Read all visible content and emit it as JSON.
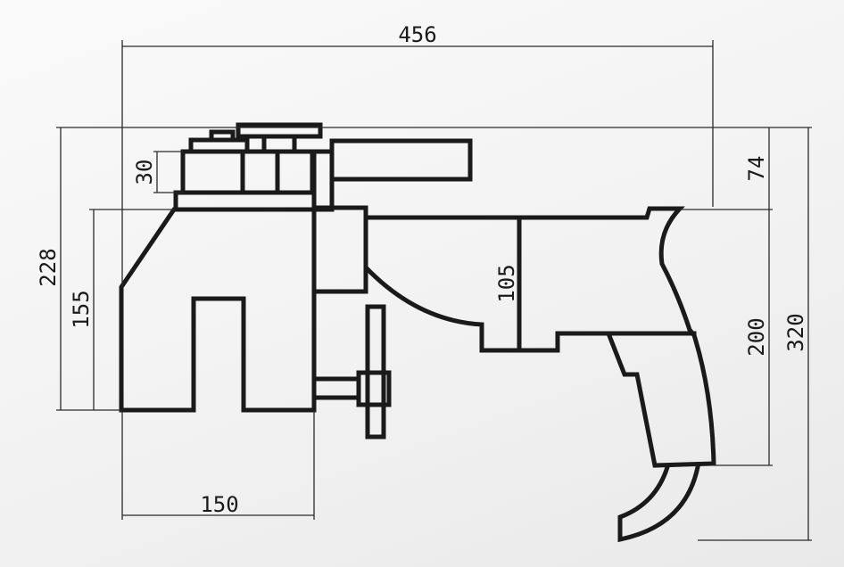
{
  "dimensions": {
    "overall_length": "456",
    "top_block_height": "30",
    "left_height_outer": "228",
    "left_height_inner": "155",
    "body_height": "105",
    "handle_offset": "74",
    "handle_height": "200",
    "overall_height": "320",
    "jaw_width": "150"
  },
  "colors": {
    "line": "#1a1a1a",
    "background": "#f4f4f4"
  }
}
